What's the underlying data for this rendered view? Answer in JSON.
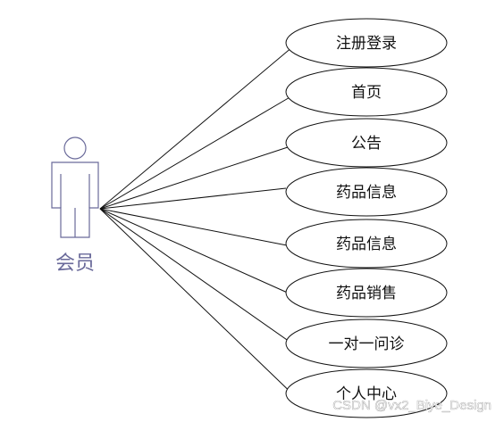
{
  "actor": {
    "label": "会员",
    "icon": "person-icon"
  },
  "use_cases": [
    {
      "label": "注册登录"
    },
    {
      "label": "首页"
    },
    {
      "label": "公告"
    },
    {
      "label": "药品信息"
    },
    {
      "label": "药品信息"
    },
    {
      "label": "药品销售"
    },
    {
      "label": "一对一问诊"
    },
    {
      "label": "个人中心"
    }
  ],
  "watermark": "CSDN @vx2_Biye_Design",
  "colors": {
    "actor_stroke": "#6a6a9a",
    "line": "#111111"
  }
}
